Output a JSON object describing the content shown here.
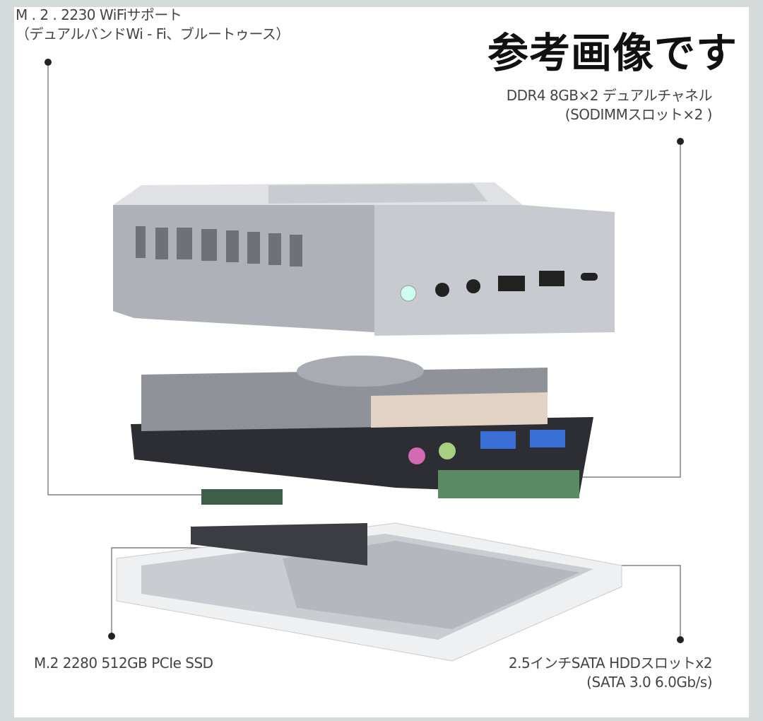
{
  "stamp": "参考画像です",
  "callouts": {
    "wifi": {
      "line1": "M . 2 . 2230 WiFiサポート",
      "line2": "（デュアルバンドWi - Fi、ブルートゥース）"
    },
    "ram": {
      "line1": "DDR4 8GB×2 デュアルチャネル",
      "line2": "(SODIMMスロット×2 )"
    },
    "ssd": {
      "line1": "M.2 2280 512GB PCIe SSD"
    },
    "hdd": {
      "line1": "2.5インチSATA HDDスロットx2",
      "line2": "(SATA 3.0 6.0Gb/s)"
    }
  },
  "colors": {
    "background": "#d5dadb",
    "panel": "#ffffff",
    "text": "#444444",
    "chassis": "#b9bcc1"
  }
}
